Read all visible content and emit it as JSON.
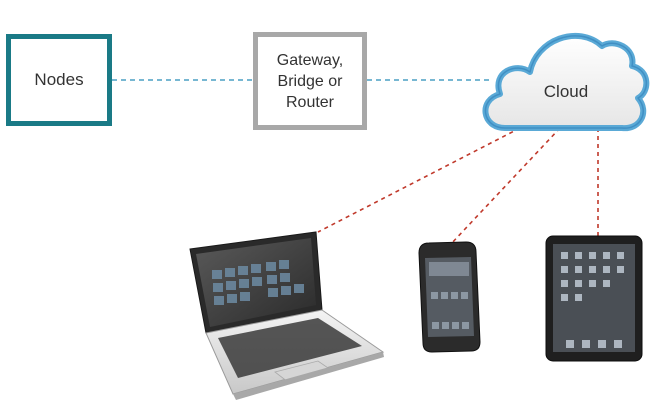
{
  "nodes_label": "Nodes",
  "gateway_lines": [
    "Gateway,",
    "Bridge or",
    "Router"
  ],
  "cloud_label": "Cloud",
  "colors": {
    "nodes_border": "#1a7a86",
    "gateway_border": "#a8a8a8",
    "cloud_outline": "#5aa9d6",
    "link_dashed_blue": "#4a9fc4",
    "link_dashed_red": "#c0392b"
  },
  "devices": [
    "laptop-icon",
    "smartphone-icon",
    "tablet-icon"
  ]
}
